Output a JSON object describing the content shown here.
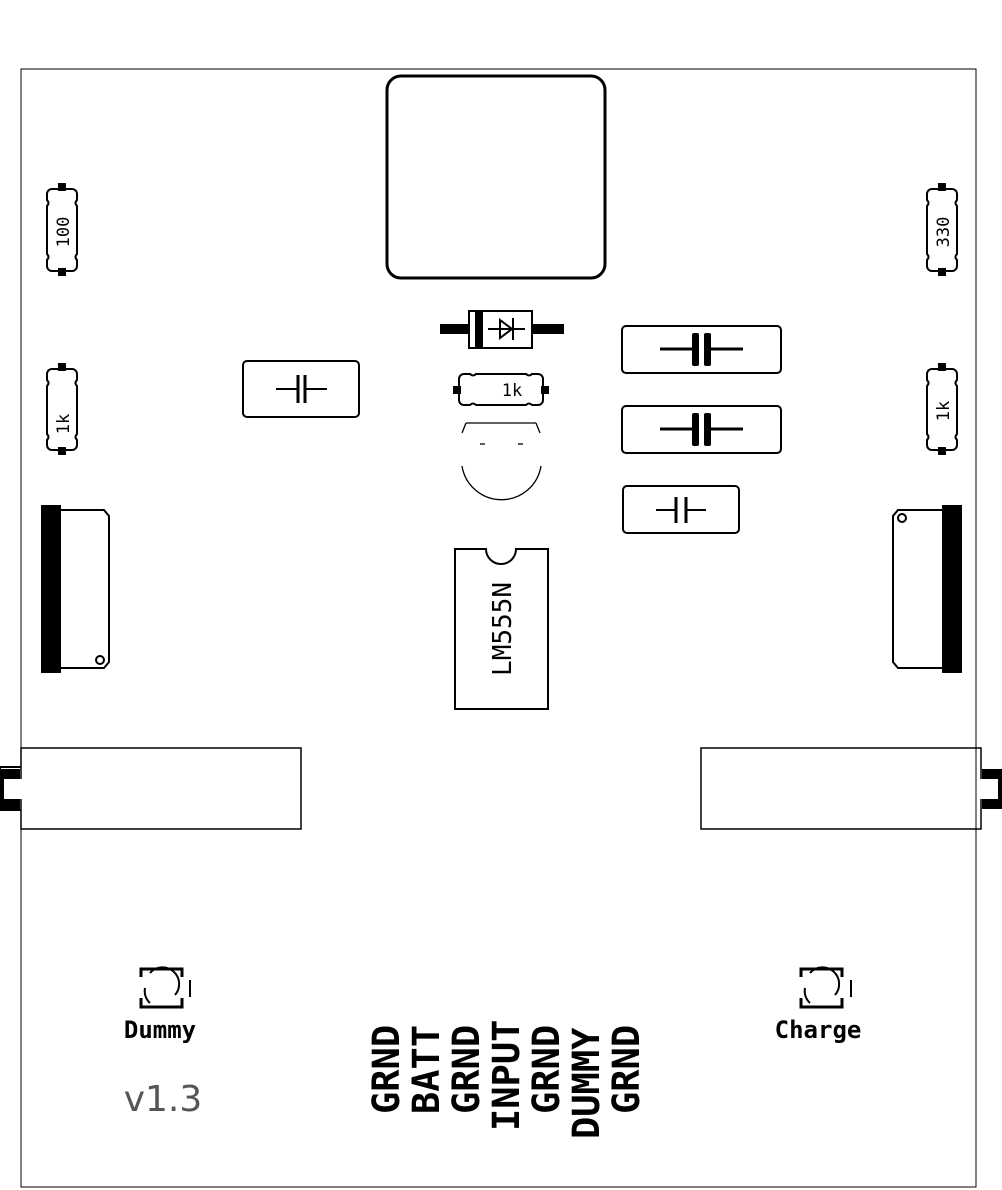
{
  "resistors": {
    "r_left_top": "100",
    "r_right_top": "330",
    "r_left_mid": "1k",
    "r_right_mid": "1k",
    "r_center": "1k"
  },
  "ic": {
    "label": "LM555N"
  },
  "leds": {
    "dummy_label": "Dummy",
    "charge_label": "Charge"
  },
  "pin_labels": [
    "GRND",
    "BATT",
    "GRND",
    "INPUT",
    "GRND",
    "DUMMY",
    "GRND"
  ],
  "version": "v1.3"
}
